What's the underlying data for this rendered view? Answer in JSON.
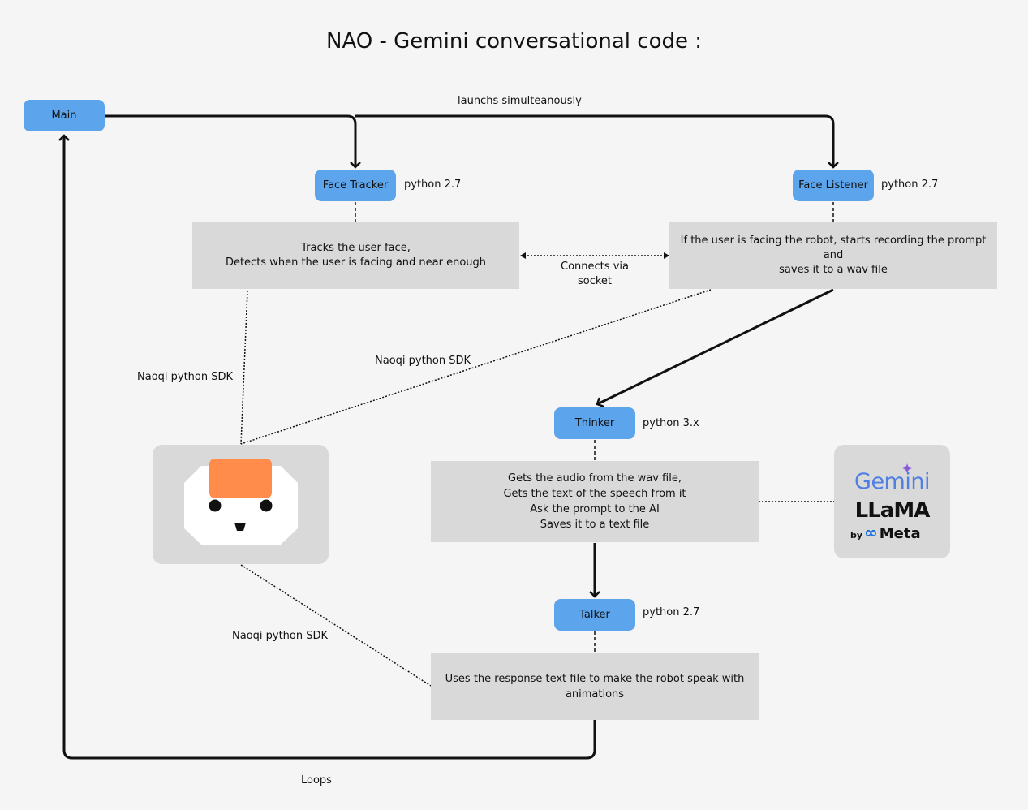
{
  "title": "NAO - Gemini conversational code :",
  "nodes": {
    "main": "Main",
    "face_tracker": "Face Tracker",
    "face_listener": "Face Listener",
    "thinker": "Thinker",
    "talker": "Talker"
  },
  "versions": {
    "face_tracker": "python 2.7",
    "face_listener": "python 2.7",
    "thinker": "python 3.x",
    "talker": "python 2.7"
  },
  "descriptions": {
    "face_tracker": [
      "Tracks the user face,",
      "Detects when the user is facing and near enough"
    ],
    "face_listener": [
      "If the user is facing the robot, starts recording the prompt and",
      "saves it to a wav file"
    ],
    "thinker": [
      "Gets the audio from the wav file,",
      "Gets the text of the speech from it",
      "Ask the prompt to the AI",
      "Saves it to a text file"
    ],
    "talker": [
      "Uses the response text file to make the robot speak with",
      "animations"
    ]
  },
  "edge_labels": {
    "launch": "launchs simulteanously",
    "socket": [
      "Connects via",
      "socket"
    ],
    "sdk_tracker": "Naoqi python SDK",
    "sdk_listener": "Naoqi python SDK",
    "sdk_talker": "Naoqi python SDK",
    "loops": "Loops"
  },
  "logos": {
    "gemini": "Gemini",
    "llama": "LLaMA",
    "by": "by",
    "infinity": "∞",
    "meta": "Meta"
  },
  "colors": {
    "background": "#f5f5f5",
    "node": "#5ca5ec",
    "box": "#d9d9d9",
    "robot_head": "#ff8c4a"
  }
}
